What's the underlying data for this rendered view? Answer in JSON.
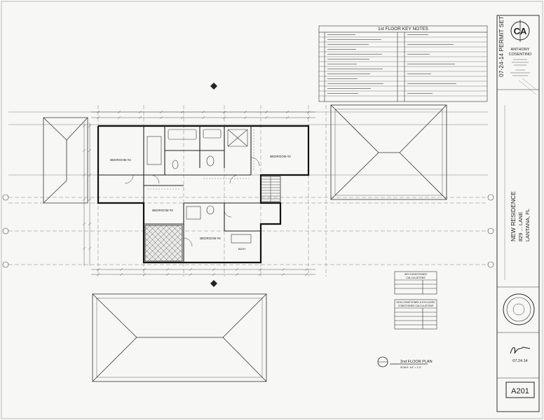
{
  "key_notes": {
    "title": "1st FLOOR KEY NOTES"
  },
  "permit": {
    "stamp": "07-24-14 PERMIT SET"
  },
  "architect": {
    "name_line1": "ANTHONY",
    "name_line2": "COSENTINO",
    "logo_letters": "CA"
  },
  "project": {
    "title": "NEW RESIDENCE",
    "address": "829 ... LANE",
    "city": "LANTANA, FL"
  },
  "plan": {
    "title": "2nd FLOOR PLAN",
    "scale": "SCALE: 1/4\" = 1'-0\"",
    "rooms": [
      {
        "label": "BEDROOM #4"
      },
      {
        "label": "BEDROOM #2"
      },
      {
        "label": "BEDROOM #3"
      },
      {
        "label": "BEDROOM #2"
      },
      {
        "label": "BATH"
      }
    ]
  },
  "ac_calc": {
    "title1": "AIR CONDITIONED",
    "title2": "CALCULATIONS",
    "title3": "NON-CONDITIONED & EXCLUDED",
    "title4": "CONDITIONED CALCULATIONS"
  },
  "signoff": {
    "date": "07.24.14"
  },
  "sheet": {
    "number": "A201"
  },
  "colors": {
    "line": "#2b2b2b",
    "paper": "#f7f7f5"
  }
}
